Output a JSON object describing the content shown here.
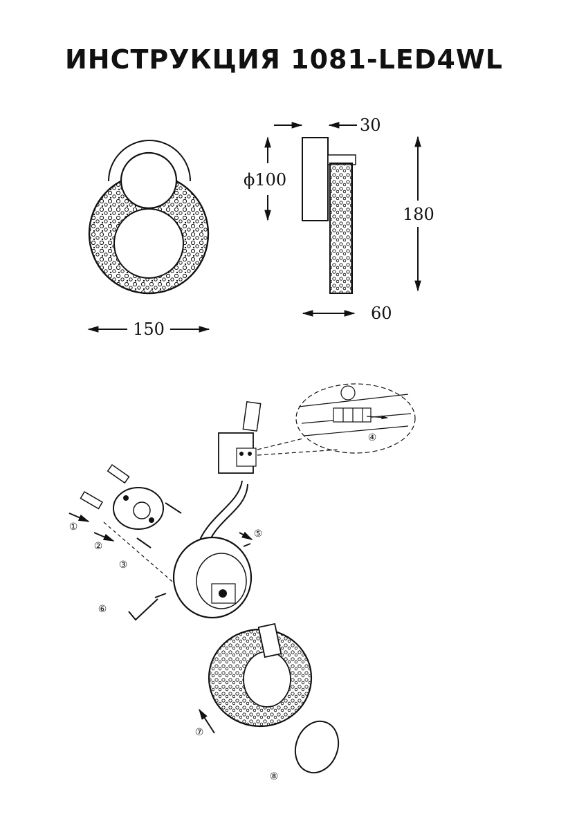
{
  "title": "ИНСТРУКЦИЯ 1081-LED4WL",
  "dimensions": {
    "width": "150",
    "depth_top": "30",
    "diameter": "ϕ100",
    "height": "180",
    "depth_total": "60"
  },
  "steps": [
    "①",
    "②",
    "③",
    "④",
    "⑤",
    "⑥",
    "⑦",
    "⑧"
  ],
  "colors": {
    "ink": "#111111",
    "paper": "#ffffff"
  }
}
